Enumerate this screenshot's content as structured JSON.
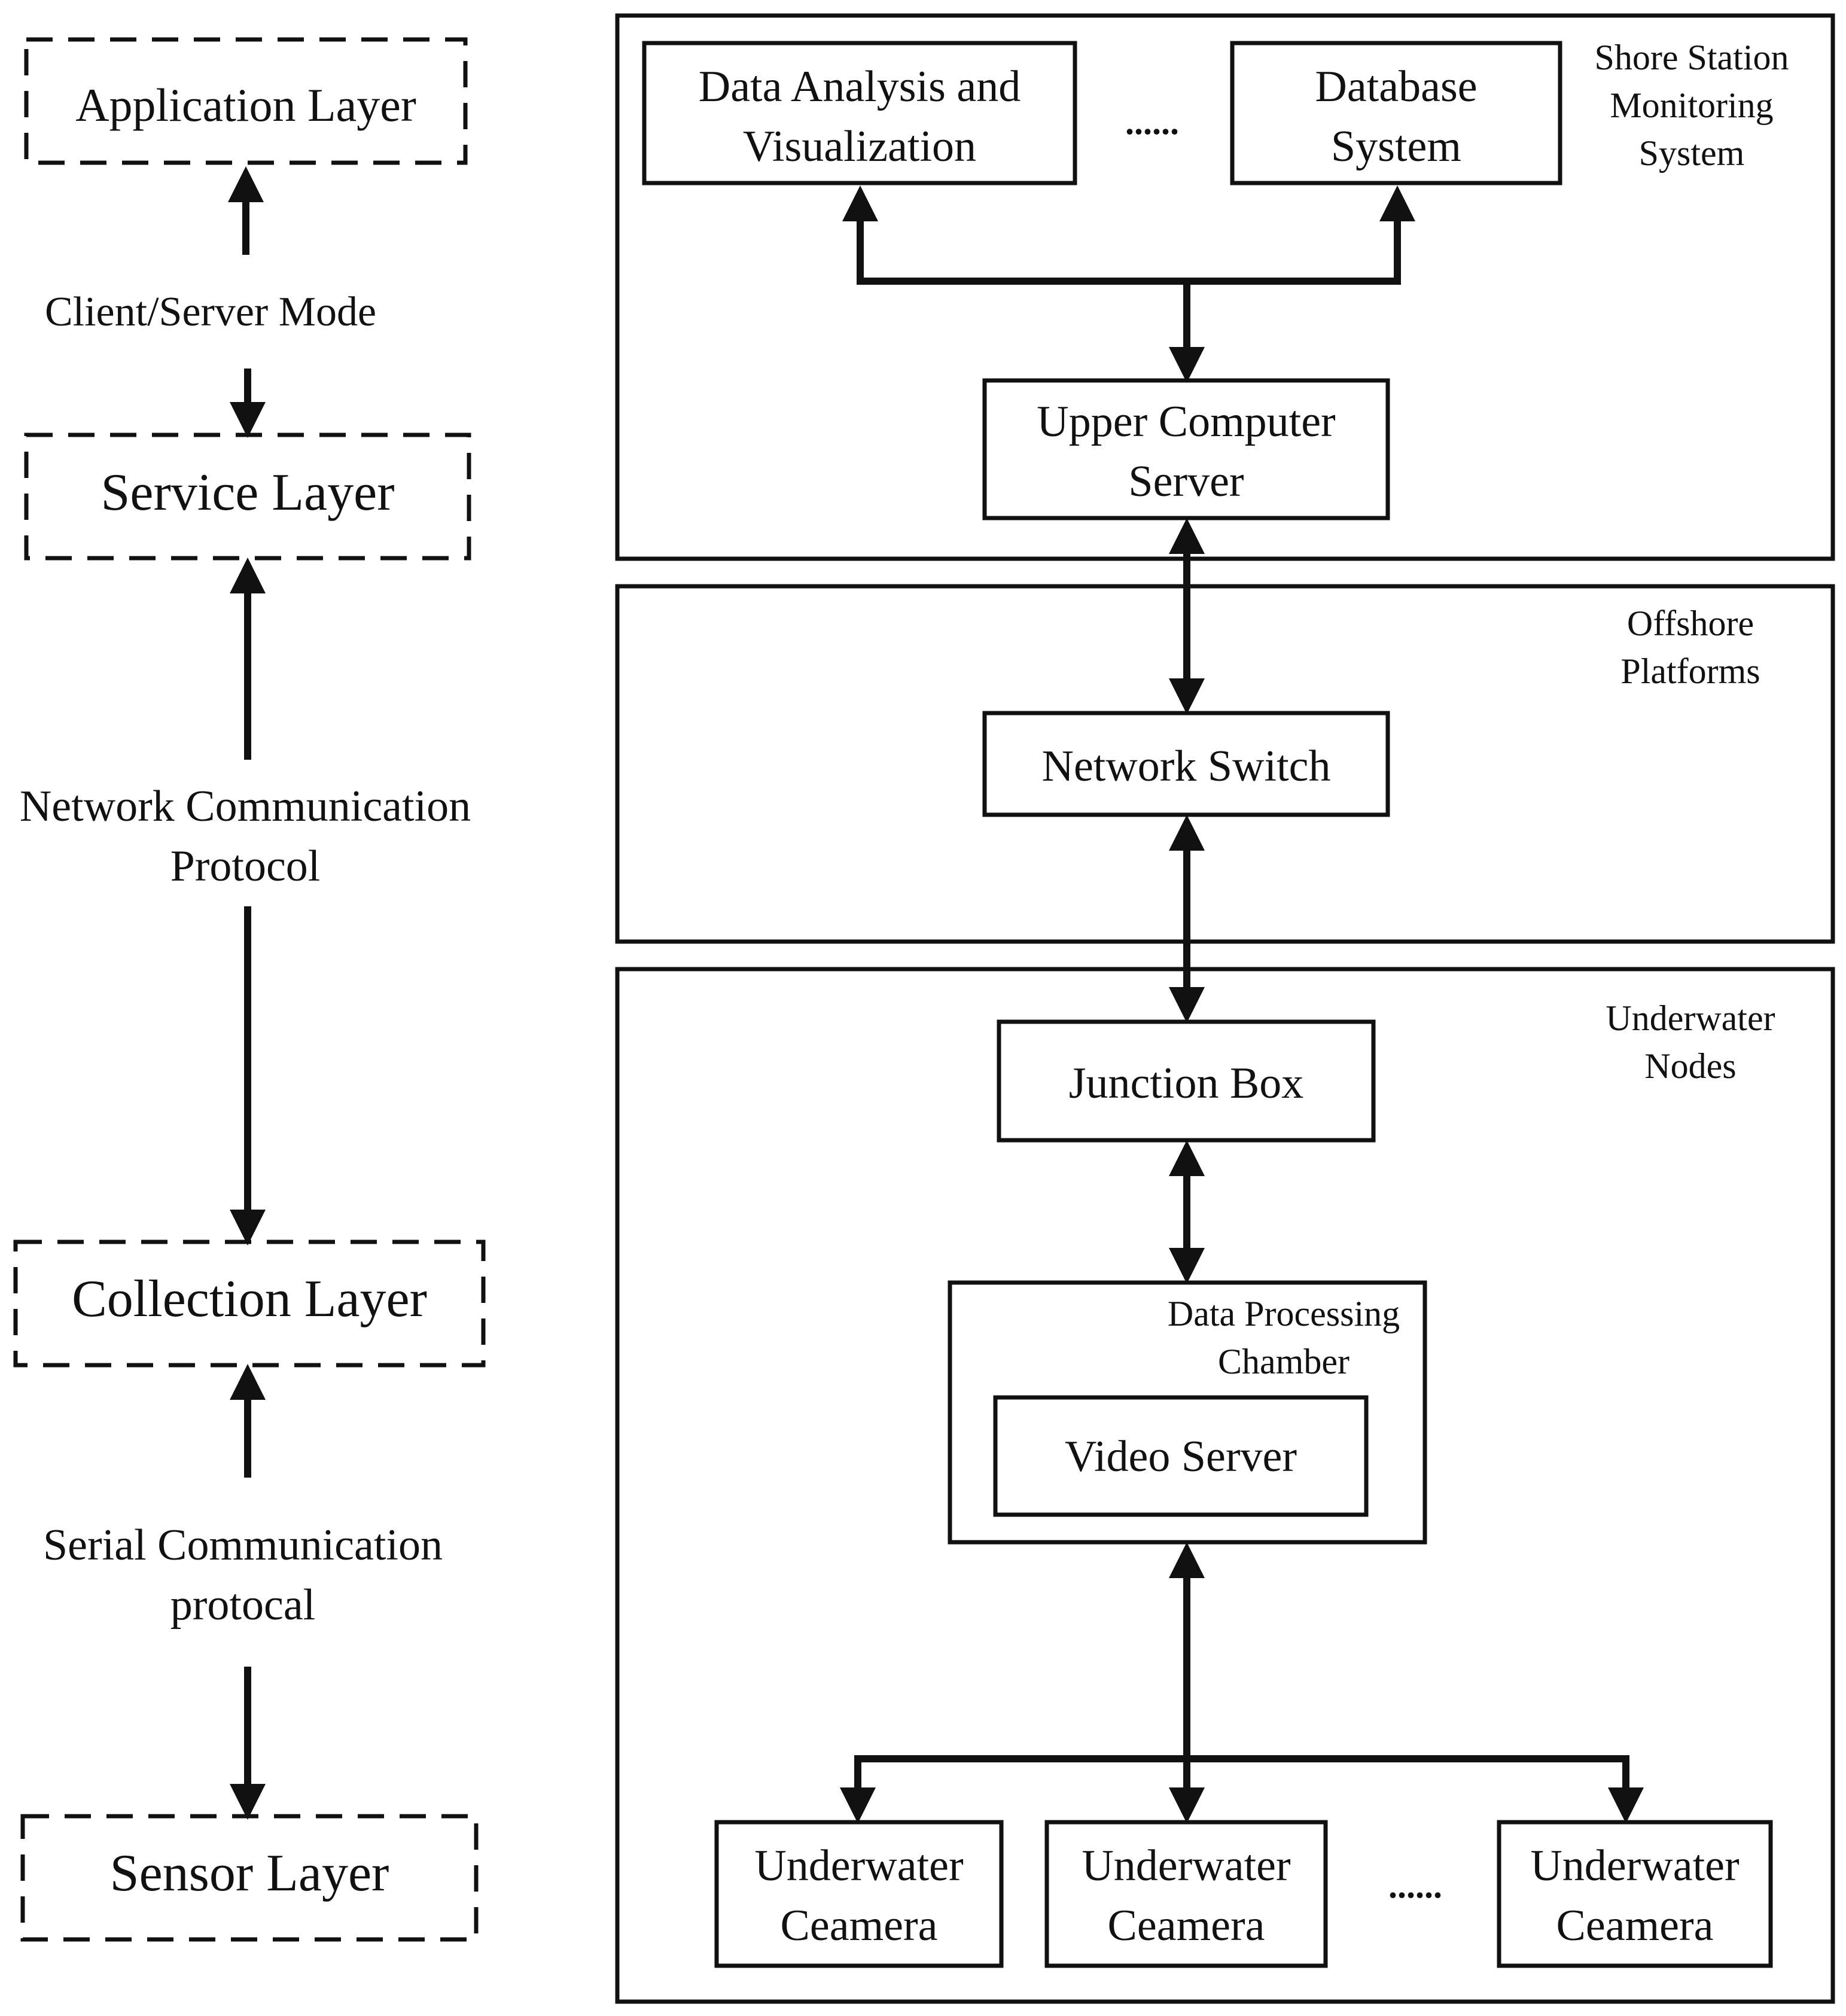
{
  "layers": {
    "application": "Application Layer",
    "service": "Service Layer",
    "collection": "Collection Layer",
    "sensor": "Sensor Layer",
    "client_server_mode": "Client/Server Mode",
    "network_protocol_line1": "Network Communication",
    "network_protocol_line2": "Protocol",
    "serial_protocol_line1": "Serial Communication",
    "serial_protocol_line2": "protocal"
  },
  "shore_station": {
    "title_line1": "Shore Station",
    "title_line2": "Monitoring",
    "title_line3": "System",
    "data_analysis_line1": "Data Analysis and",
    "data_analysis_line2": "Visualization",
    "ellipsis": "......",
    "database_line1": "Database",
    "database_line2": "System",
    "upper_computer_line1": "Upper Computer",
    "upper_computer_line2": "Server"
  },
  "offshore": {
    "title_line1": "Offshore",
    "title_line2": "Platforms",
    "network_switch": "Network Switch"
  },
  "underwater": {
    "title_line1": "Underwater",
    "title_line2": "Nodes",
    "junction_box": "Junction Box",
    "chamber_line1": "Data Processing",
    "chamber_line2": "Chamber",
    "video_server": "Video Server",
    "cameras": [
      {
        "line1": "Underwater",
        "line2": "Ceamera"
      },
      {
        "line1": "Underwater",
        "line2": "Ceamera"
      },
      {
        "line1": "Underwater",
        "line2": "Ceamera"
      }
    ],
    "ellipsis": "......"
  }
}
